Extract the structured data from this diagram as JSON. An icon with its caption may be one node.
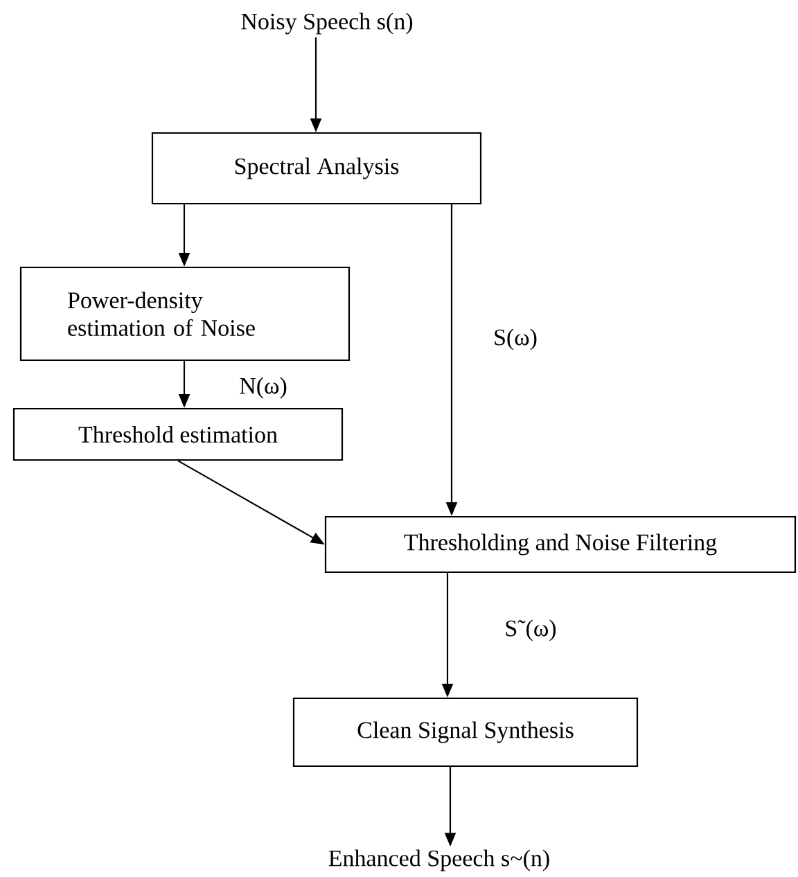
{
  "diagram": {
    "nodes": [
      {
        "text": [
          "Noisy Speech s(n)"
        ]
      },
      {
        "text": [
          "Spectral Analysis"
        ]
      },
      {
        "text": [
          "Power-density estimation of Noise"
        ]
      },
      {
        "text": [
          "Threshold estimation"
        ]
      },
      {
        "text": [
          "Thresholding and Noise Filtering"
        ]
      },
      {
        "text": [
          "Clean Signal Synthesis"
        ]
      },
      {
        "text": [
          "Enhanced Speech s~(n)"
        ]
      }
    ],
    "edges": [
      {
        "from": 0,
        "to": 1,
        "arrow": "to"
      },
      {
        "from": 1,
        "to": 2,
        "arrow": "to"
      },
      {
        "from": 2,
        "to": 3,
        "arrow": "to",
        "label": "N(ω)"
      },
      {
        "from": 1,
        "to": 4,
        "arrow": "to",
        "label": "S(ω)"
      },
      {
        "from": 3,
        "to": 4,
        "arrow": "to"
      },
      {
        "from": 4,
        "to": 5,
        "arrow": "to",
        "label": "S˜(ω)"
      },
      {
        "from": 5,
        "to": 6,
        "arrow": "to"
      }
    ]
  }
}
